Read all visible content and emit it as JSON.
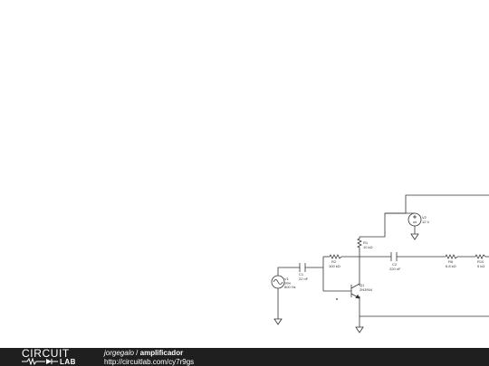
{
  "components": {
    "v1": {
      "name": "V1",
      "type": "sine",
      "freq": "800 Hz"
    },
    "v2": {
      "name": "V2",
      "value": "12 V"
    },
    "c1": {
      "name": "C1",
      "value": "22 nF"
    },
    "c2": {
      "name": "C2",
      "value": "220 nF"
    },
    "r1": {
      "name": "R1",
      "value": "10 kΩ"
    },
    "r2": {
      "name": "R2",
      "value": "100 kΩ"
    },
    "r6": {
      "name": "R6",
      "value": "6.8 kΩ"
    },
    "r10": {
      "name": "R10",
      "value": "5 kΩ"
    },
    "q1": {
      "name": "Q1",
      "model": "2N3904"
    }
  },
  "footer": {
    "logo_top": "CIRCUIT",
    "logo_bottom": "LAB",
    "author": "jorgegalo",
    "separator": "/",
    "circuit_name": "amplificador",
    "url": "http://circuitlab.com/cy7r9gs"
  },
  "colors": {
    "wire": "#333333",
    "footer_bg": "#1f1f1f",
    "footer_text": "#ffffff"
  }
}
